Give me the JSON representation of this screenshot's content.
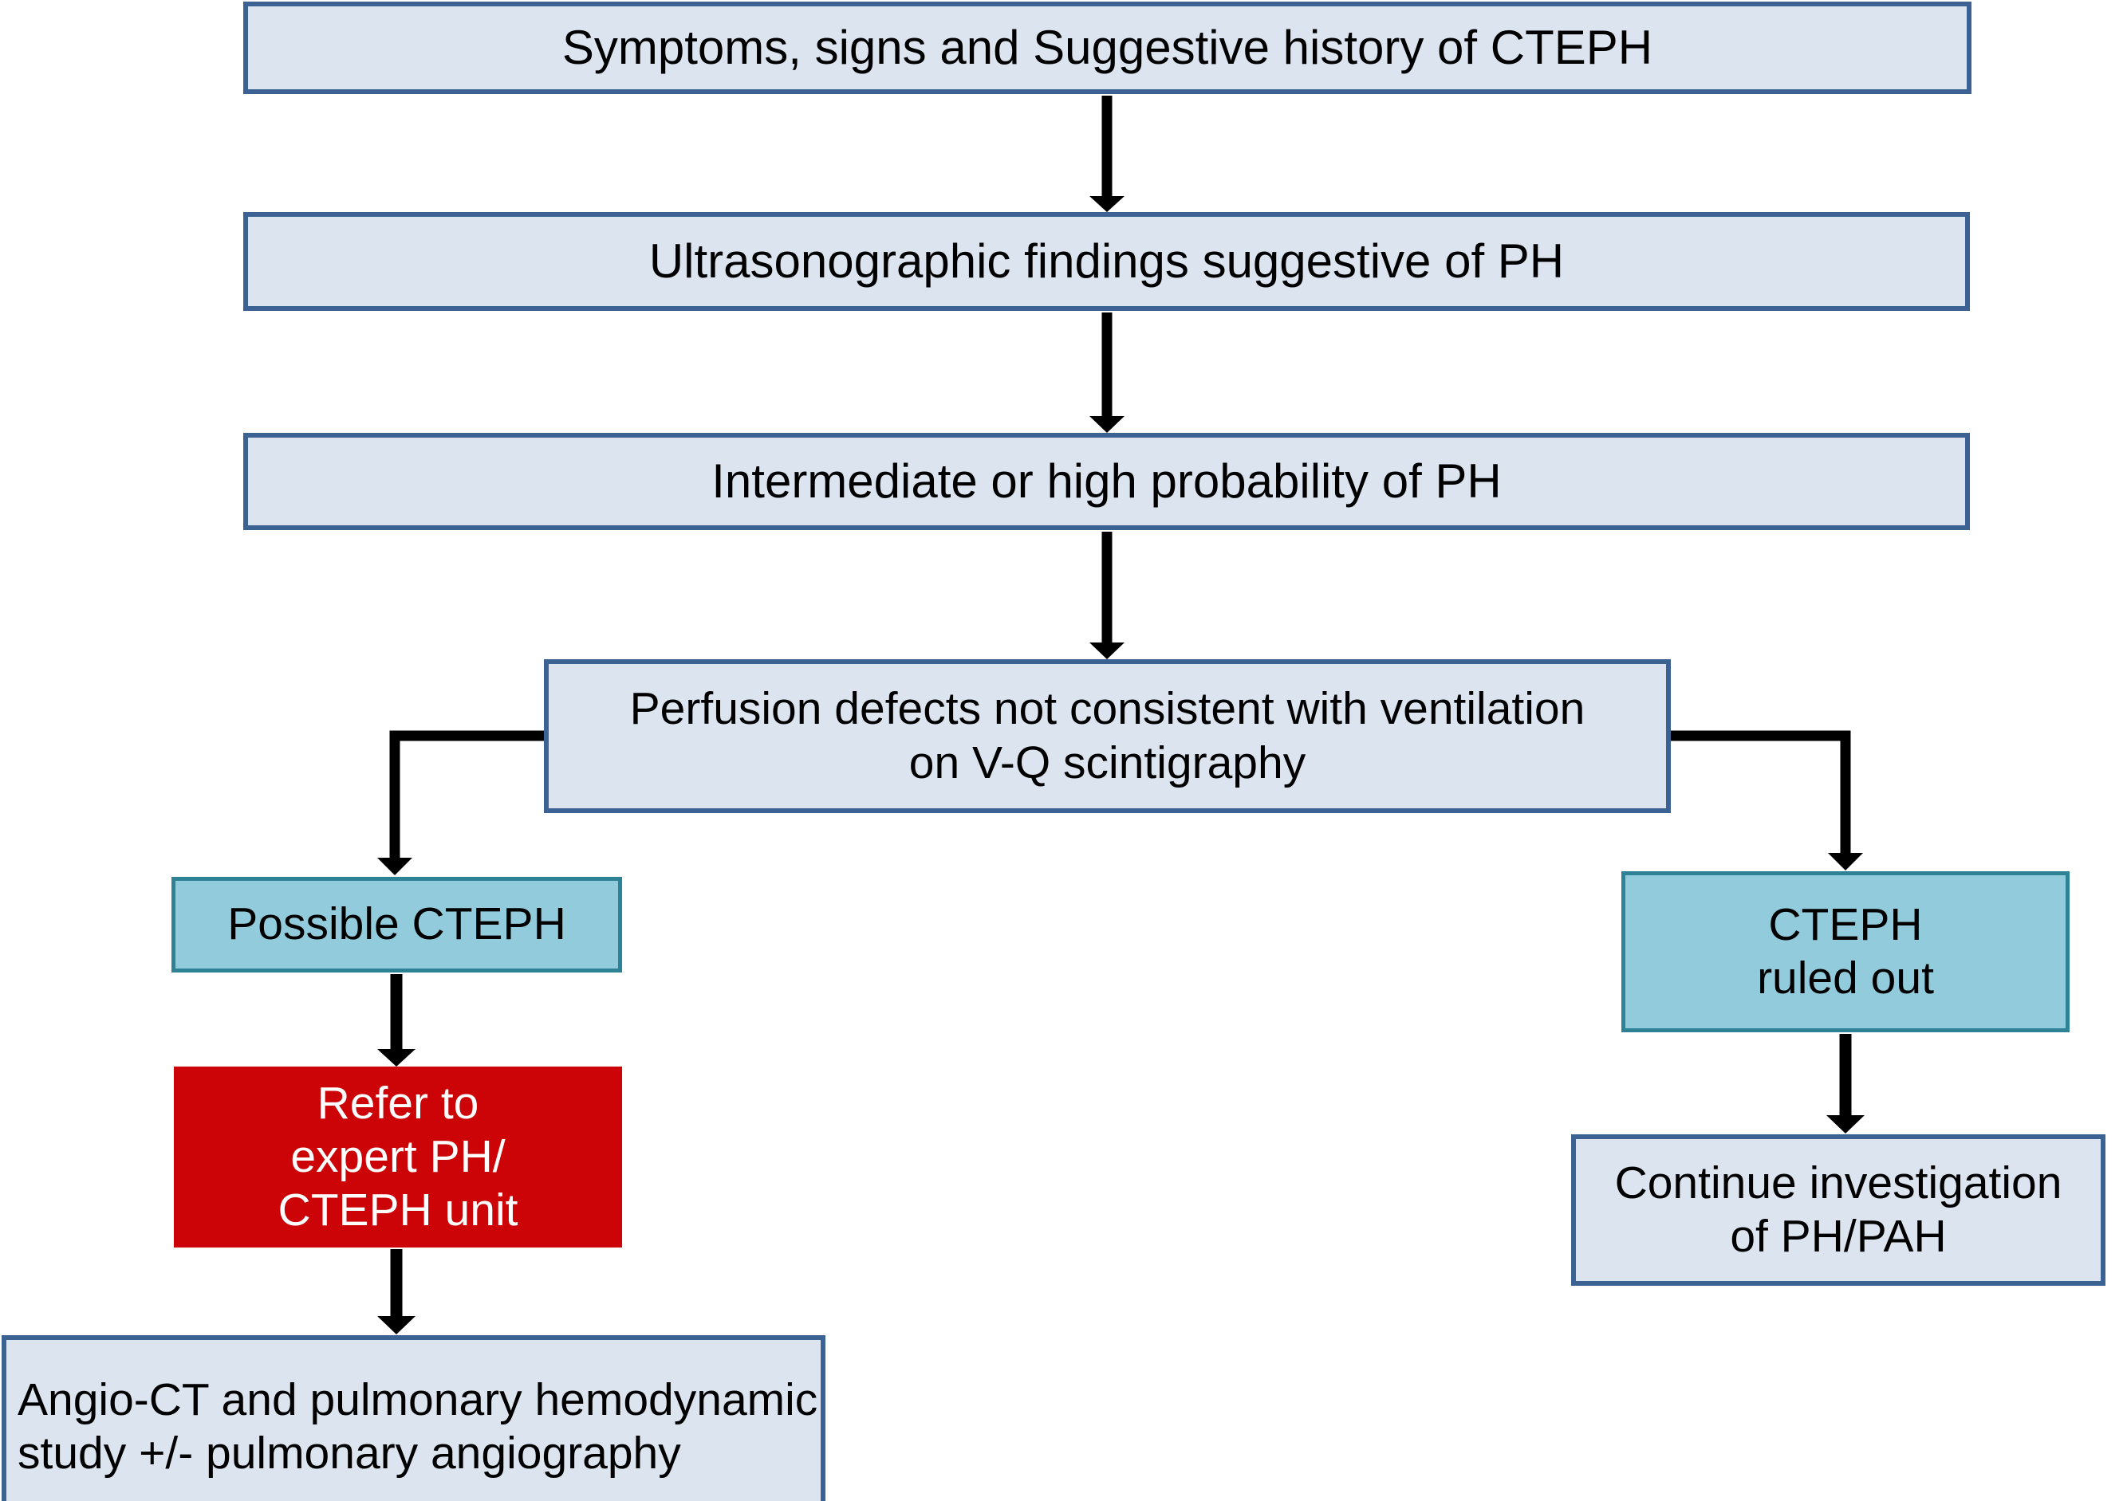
{
  "diagram": {
    "title": "CTEPH diagnostic algorithm flowchart",
    "colors": {
      "process_fill": "#dce4f0",
      "process_border": "#3c6193",
      "outcome_fill": "#92cbdc",
      "outcome_border": "#2e8296",
      "action_fill": "#cc0408",
      "action_text": "#ffffff",
      "connector": "#000000",
      "background": "#ffffff"
    },
    "nodes": {
      "symptoms": "Symptoms, signs and Suggestive history of CTEPH",
      "ultrasound": "Ultrasonographic findings suggestive of PH",
      "probability": "Intermediate or high probability of PH",
      "perfusion": "Perfusion defects not consistent with ventilation\non V-Q scintigraphy",
      "possible_cteph": "Possible CTEPH",
      "refer": "Refer to\nexpert PH/\nCTEPH unit",
      "angio": "Angio-CT and pulmonary hemodynamic\nstudy +/- pulmonary angiography",
      "ruled_out": "CTEPH\nruled out",
      "continue_investigation": "Continue investigation\nof PH/PAH"
    },
    "edges": [
      {
        "name": "symptoms-to-ultrasound",
        "from": "symptoms",
        "to": "ultrasound",
        "style": "straight-down"
      },
      {
        "name": "ultrasound-to-probability",
        "from": "ultrasound",
        "to": "probability",
        "style": "straight-down"
      },
      {
        "name": "probability-to-perfusion",
        "from": "probability",
        "to": "perfusion",
        "style": "straight-down"
      },
      {
        "name": "perfusion-to-possible-cteph",
        "from": "perfusion",
        "to": "possible_cteph",
        "style": "elbow-left"
      },
      {
        "name": "perfusion-to-ruled-out",
        "from": "perfusion",
        "to": "ruled_out",
        "style": "elbow-right"
      },
      {
        "name": "possible-cteph-to-refer",
        "from": "possible_cteph",
        "to": "refer",
        "style": "straight-down"
      },
      {
        "name": "refer-to-angio",
        "from": "refer",
        "to": "angio",
        "style": "straight-down"
      },
      {
        "name": "ruled-out-to-continue",
        "from": "ruled_out",
        "to": "continue_investigation",
        "style": "straight-down"
      }
    ]
  }
}
